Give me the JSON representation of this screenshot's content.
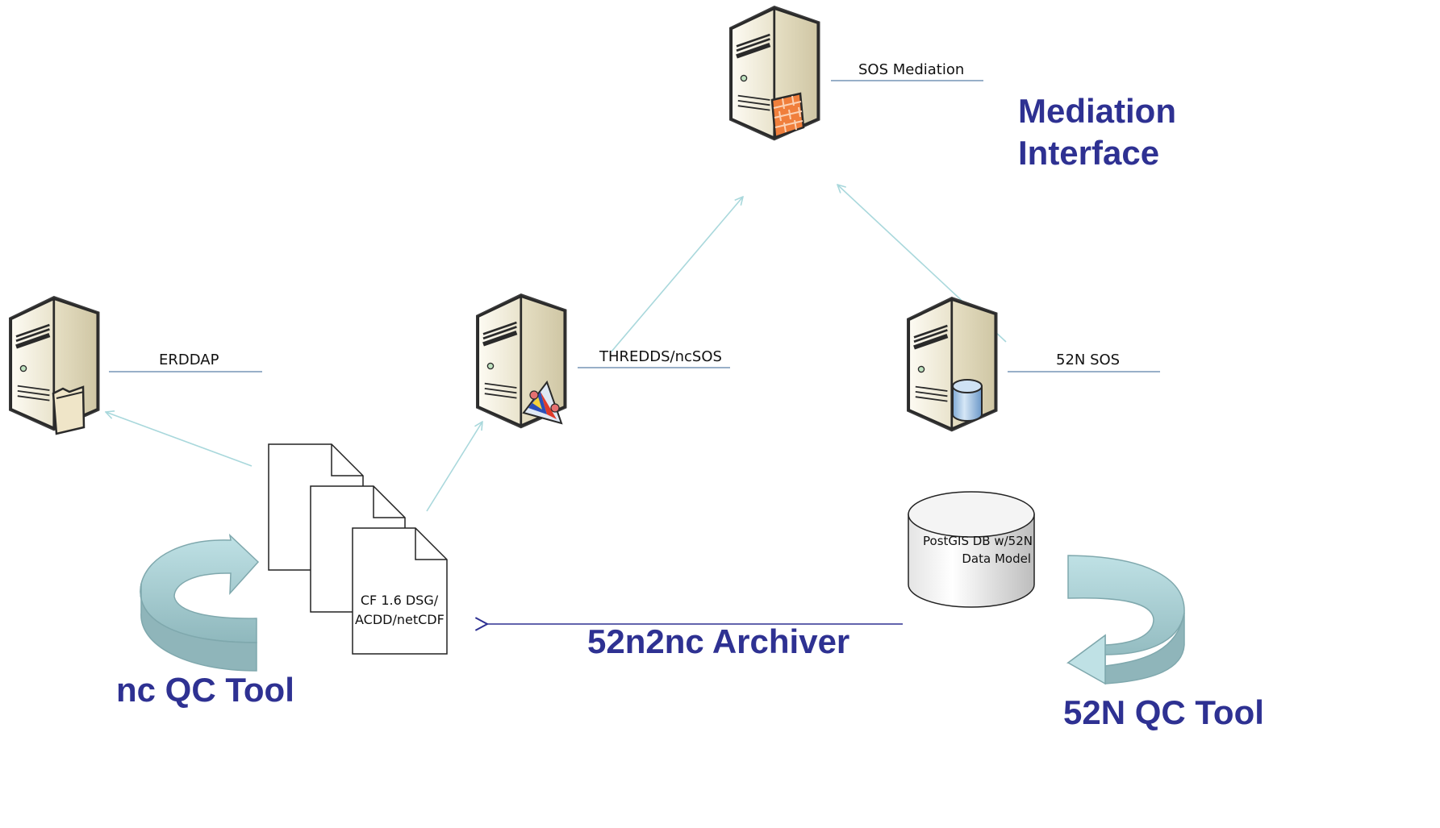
{
  "servers": {
    "sos_mediation": {
      "label": "SOS Mediation",
      "badge": "firewall-icon"
    },
    "erddap": {
      "label": "ERDDAP",
      "badge": "folder-icon"
    },
    "thredds": {
      "label": "THREDDS/ncSOS",
      "badge": "prism-icon"
    },
    "n52_sos": {
      "label": "52N SOS",
      "badge": "database-icon"
    }
  },
  "mediation_interface": {
    "line1": "Mediation",
    "line2": "Interface"
  },
  "documents": {
    "line1": "CF 1.6 DSG/",
    "line2": "ACDD/netCDF"
  },
  "database": {
    "line1": "PostGIS DB w/52N",
    "line2": "Data Model"
  },
  "tools": {
    "archiver": "52n2nc Archiver",
    "nc_qc": "nc QC Tool",
    "n52_qc": "52N QC Tool"
  },
  "colors": {
    "title_blue": "#2e3192",
    "connector": "#a9d8dc",
    "archiver_line": "#2e3192",
    "label_underline": "#5a7fa8",
    "qc_arrow_fill": "#a3ced4",
    "firewall": "#f07f3c",
    "database_blue": "#a8c8e8"
  }
}
